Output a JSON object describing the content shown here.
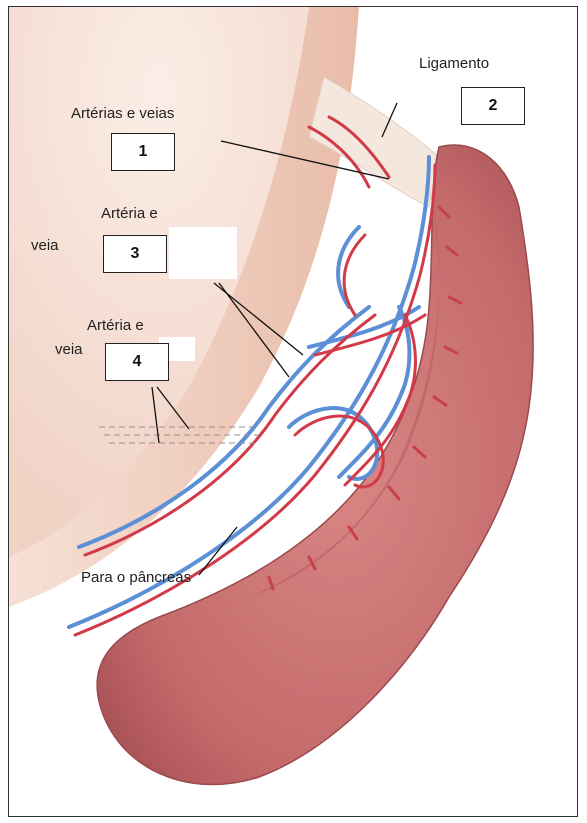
{
  "labels": {
    "ligamento": "Ligamento",
    "arterias_veias": "Artérias e veias",
    "arteria_e_3": "Artéria e",
    "veia_3": "veia",
    "arteria_e_4": "Artéria e",
    "veia_4": "veia",
    "pancreas": "Para o pâncreas"
  },
  "boxes": [
    "1",
    "2",
    "3",
    "4"
  ],
  "colors": {
    "organ": "#c9706f",
    "organ_dark": "#a85354",
    "stomach": "#f2d6c8",
    "artery": "#d23a48",
    "vein": "#5b8fd6"
  }
}
